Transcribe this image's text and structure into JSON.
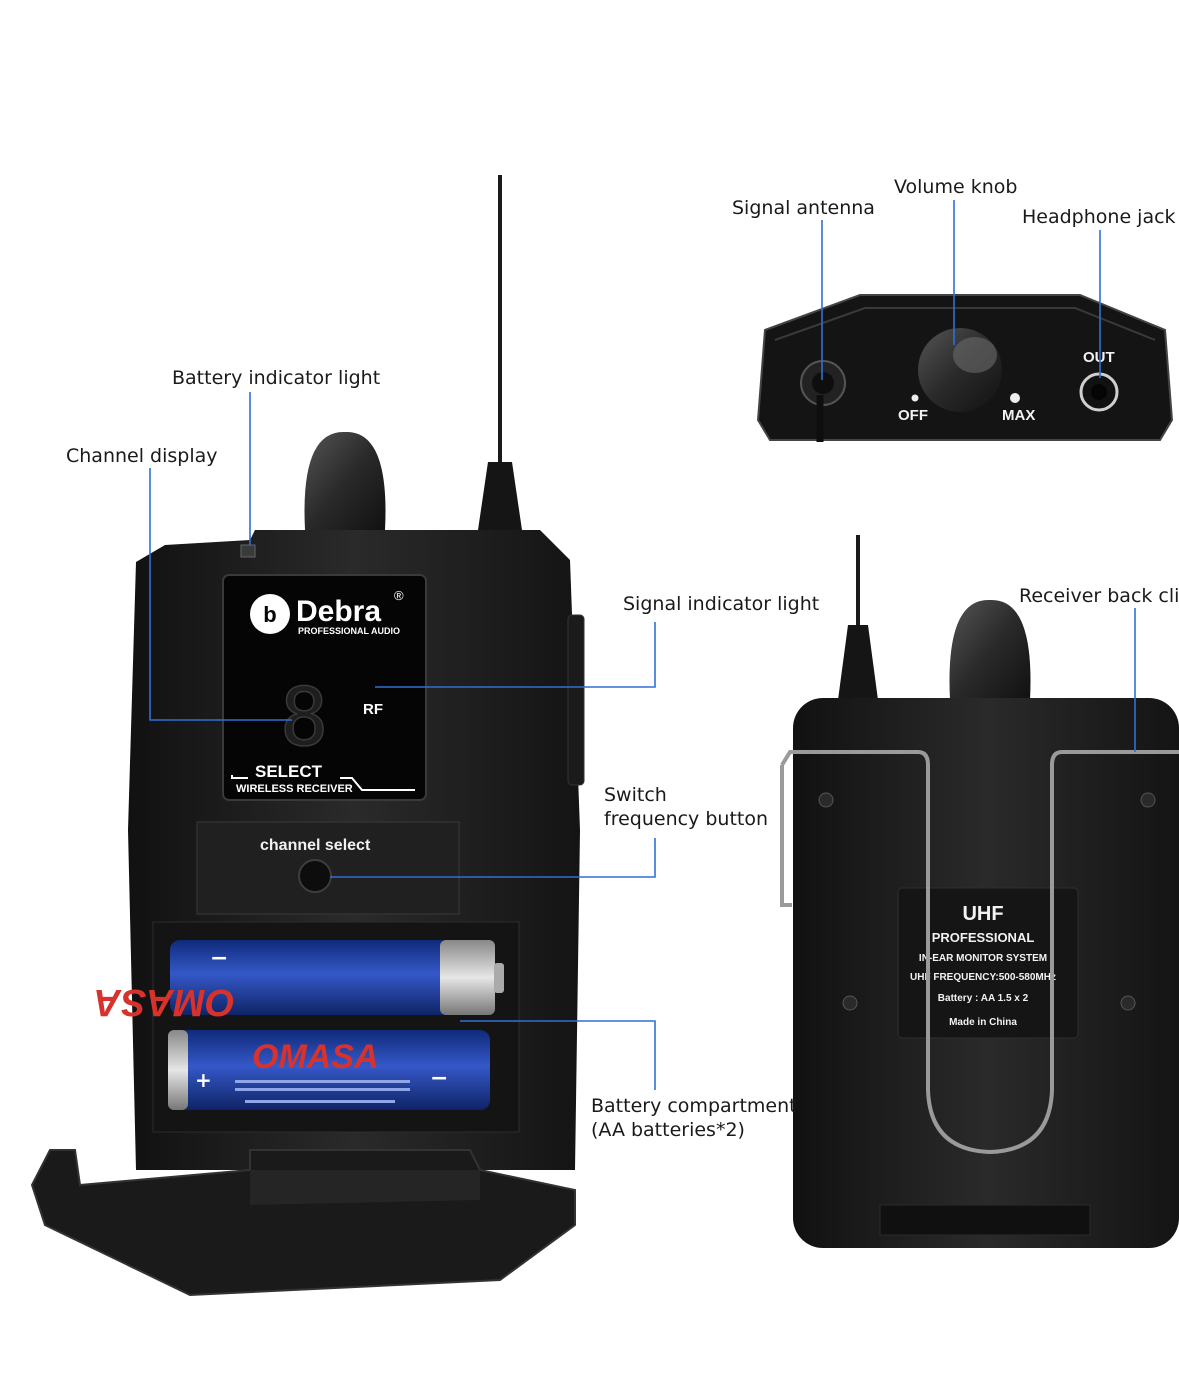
{
  "callouts": {
    "battery_indicator": "Battery indicator light",
    "channel_display": "Channel display",
    "signal_indicator": "Signal indicator light",
    "switch_frequency_1": "Switch",
    "switch_frequency_2": "frequency button",
    "battery_compartment_1": "Battery compartment",
    "battery_compartment_2": "(AA batteries*2)",
    "signal_antenna": "Signal antenna",
    "volume_knob": "Volume knob",
    "headphone_jack": "Headphone jack",
    "back_clip": "Receiver back clip"
  },
  "front_device": {
    "brand": "Debra",
    "brand_sub": "PROFESSIONAL AUDIO",
    "registered": "®",
    "channel_digit": "8",
    "rf_label": "RF",
    "select_label": "SELECT",
    "receiver_label": "WIRELESS RECEIVER",
    "button_label": "channel select",
    "battery_brand": "OMASA"
  },
  "top_device": {
    "off_label": "OFF",
    "max_label": "MAX",
    "out_label": "OUT"
  },
  "back_device": {
    "line1": "UHF",
    "line2": "PROFESSIONAL",
    "line3": "IN-EAR MONITOR SYSTEM",
    "line4": "UHF FREQUENCY:500-580MHz",
    "line5": "Battery : AA 1.5 x 2",
    "line6": "Made in China"
  },
  "colors": {
    "leader": "#2f6fd6",
    "device": "#1c1c1c",
    "battery_blue": "#1d3fa8",
    "battery_red": "#d8322c"
  }
}
